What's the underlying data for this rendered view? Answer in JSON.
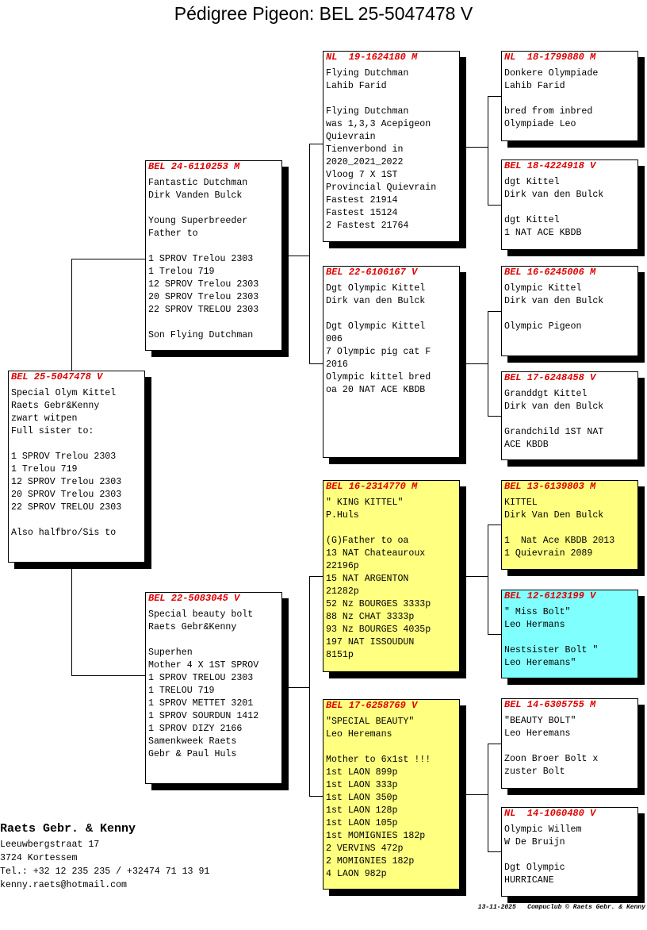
{
  "title": "Pédigree Pigeon: BEL 25-5047478 V",
  "colors": {
    "ring": "#e00000",
    "yellow": "#ffff80",
    "cyan": "#80ffff",
    "white": "#ffffff"
  },
  "birds": [
    {
      "ring": "BEL 25-5047478 V",
      "bg": "white",
      "lines": [
        "Special Olym Kittel",
        "Raets Gebr&Kenny",
        "zwart witpen",
        "Full sister to:",
        "",
        "1 SPROV Trelou 2303",
        "1 Trelou 719",
        "12 SPROV Trelou 2303",
        "20 SPROV Trelou 2303",
        "22 SPROV TRELOU 2303",
        "",
        "Also halfbro/Sis to"
      ]
    },
    {
      "ring": "BEL 24-6110253 M",
      "bg": "white",
      "lines": [
        "Fantastic Dutchman",
        "Dirk Vanden Bulck",
        "",
        "Young Superbreeder",
        "Father to",
        "",
        "1 SPROV Trelou 2303",
        "1 Trelou 719",
        "12 SPROV Trelou 2303",
        "20 SPROV Trelou 2303",
        "22 SPROV TRELOU 2303",
        "",
        "Son Flying Dutchman"
      ]
    },
    {
      "ring": "BEL 22-5083045 V",
      "bg": "white",
      "lines": [
        "Special beauty bolt",
        "Raets Gebr&Kenny",
        "",
        "Superhen",
        "Mother 4 X 1ST SPROV",
        "1 SPROV TRELOU 2303",
        "1 TRELOU 719",
        "1 SPROV METTET 3201",
        "1 SPROV SOURDUN 1412",
        "1 SPROV DIZY 2166",
        "Samenkweek Raets",
        "Gebr & Paul Huls"
      ]
    },
    {
      "ring": "NL  19-1624180 M",
      "bg": "white",
      "lines": [
        "Flying Dutchman",
        "Lahib Farid",
        "",
        "Flying Dutchman",
        "was 1,3,3 Acepigeon",
        "Quievrain",
        "Tienverbond in",
        "2020_2021_2022",
        "Vloog 7 X 1ST",
        "Provincial Quievrain",
        "Fastest 21914",
        "Fastest 15124",
        "2 Fastest 21764"
      ]
    },
    {
      "ring": "BEL 22-6106167 V",
      "bg": "white",
      "lines": [
        "Dgt Olympic Kittel",
        "Dirk van den Bulck",
        "",
        "Dgt Olympic Kittel",
        "006",
        "7 Olympic pig cat F",
        "2016",
        "Olympic kittel bred",
        "oa 20 NAT ACE KBDB"
      ]
    },
    {
      "ring": "BEL 16-2314770 M",
      "bg": "yellow",
      "lines": [
        "\" KING KITTEL\"",
        "P.Huls",
        "",
        "(G)Father to oa",
        "13 NAT Chateauroux",
        "22196p",
        "15 NAT ARGENTON",
        "21282p",
        "52 Nz BOURGES 3333p",
        "88 Nz CHAT 3333p",
        "93 Nz BOURGES 4035p",
        "197 NAT ISSOUDUN",
        "8151p"
      ]
    },
    {
      "ring": "BEL 17-6258769 V",
      "bg": "yellow",
      "lines": [
        "\"SPECIAL BEAUTY\"",
        "Leo Heremans",
        "",
        "Mother to 6x1st !!!",
        "1st LAON 899p",
        "1st LAON 333p",
        "1st LAON 350p",
        "1st LAON 128p",
        "1st LAON 105p",
        "1st MOMIGNIES 182p",
        "2 VERVINS 472p",
        "2 MOMIGNIES 182p",
        "4 LAON 982p"
      ]
    },
    {
      "ring": "NL  18-1799880 M",
      "bg": "white",
      "lines": [
        "Donkere Olympiade",
        "Lahib Farid",
        "",
        "bred from inbred",
        "Olympiade Leo"
      ]
    },
    {
      "ring": "BEL 18-4224918 V",
      "bg": "white",
      "lines": [
        "dgt Kittel",
        "Dirk van den Bulck",
        "",
        "dgt Kittel",
        "1 NAT ACE KBDB"
      ]
    },
    {
      "ring": "BEL 16-6245006 M",
      "bg": "white",
      "lines": [
        "Olympic Kittel",
        "Dirk van den Bulck",
        "",
        "Olympic Pigeon"
      ]
    },
    {
      "ring": "BEL 17-6248458 V",
      "bg": "white",
      "lines": [
        "Granddgt Kittel",
        "Dirk van den Bulck",
        "",
        "Grandchild 1ST NAT",
        "ACE KBDB"
      ]
    },
    {
      "ring": "BEL 13-6139803 M",
      "bg": "yellow",
      "lines": [
        "KITTEL",
        "Dirk Van Den Bulck",
        "",
        "1  Nat Ace KBDB 2013",
        "1 Quievrain 2089"
      ]
    },
    {
      "ring": "BEL 12-6123199 V",
      "bg": "cyan",
      "lines": [
        "\" Miss Bolt\"",
        "Leo Hermans",
        "",
        "Nestsister Bolt \"",
        "Leo Heremans\""
      ]
    },
    {
      "ring": "BEL 14-6305755 M",
      "bg": "white",
      "lines": [
        "\"BEAUTY BOLT\"",
        "Leo Heremans",
        "",
        "Zoon Broer Bolt x",
        "zuster Bolt"
      ]
    },
    {
      "ring": "NL  14-1060480 V",
      "bg": "white",
      "lines": [
        "Olympic Willem",
        "W De Bruijn",
        "",
        "Dgt Olympic",
        "HURRICANE"
      ]
    }
  ],
  "owner": {
    "name": "Raets Gebr. & Kenny",
    "address": "Leeuwbergstraat 17",
    "city": "3724  Kortessem",
    "tel": "Tel.: +32 12 235 235 / +32474 71 13 91",
    "email": "kenny.raets@hotmail.com"
  },
  "footer": "13-11-2025   Compuclub © Raets Gebr. & Kenny"
}
